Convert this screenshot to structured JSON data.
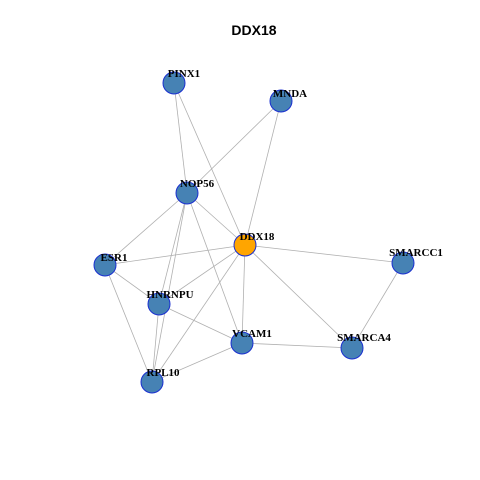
{
  "title": "DDX18",
  "colors": {
    "default_node": "#4682b4",
    "center_node": "#ffa500",
    "node_border": "#1a2fd0",
    "edge": "#b0b0b0"
  },
  "nodes": [
    {
      "id": "PINX1",
      "label": "PINX1",
      "center": false
    },
    {
      "id": "MNDA",
      "label": "MNDA",
      "center": false
    },
    {
      "id": "NOP56",
      "label": "NOP56",
      "center": false
    },
    {
      "id": "DDX18",
      "label": "DDX18",
      "center": true
    },
    {
      "id": "ESR1",
      "label": "ESR1",
      "center": false
    },
    {
      "id": "SMARCC1",
      "label": "SMARCC1",
      "center": false
    },
    {
      "id": "HNRNPU",
      "label": "HNRNPU",
      "center": false
    },
    {
      "id": "VCAM1",
      "label": "VCAM1",
      "center": false
    },
    {
      "id": "SMARCA4",
      "label": "SMARCA4",
      "center": false
    },
    {
      "id": "RPL10",
      "label": "RPL10",
      "center": false
    }
  ],
  "edges": [
    [
      "PINX1",
      "NOP56"
    ],
    [
      "PINX1",
      "DDX18"
    ],
    [
      "MNDA",
      "NOP56"
    ],
    [
      "MNDA",
      "DDX18"
    ],
    [
      "NOP56",
      "DDX18"
    ],
    [
      "NOP56",
      "ESR1"
    ],
    [
      "NOP56",
      "HNRNPU"
    ],
    [
      "NOP56",
      "VCAM1"
    ],
    [
      "NOP56",
      "RPL10"
    ],
    [
      "DDX18",
      "ESR1"
    ],
    [
      "DDX18",
      "SMARCC1"
    ],
    [
      "DDX18",
      "HNRNPU"
    ],
    [
      "DDX18",
      "VCAM1"
    ],
    [
      "DDX18",
      "SMARCA4"
    ],
    [
      "DDX18",
      "RPL10"
    ],
    [
      "ESR1",
      "HNRNPU"
    ],
    [
      "ESR1",
      "RPL10"
    ],
    [
      "SMARCC1",
      "SMARCA4"
    ],
    [
      "HNRNPU",
      "VCAM1"
    ],
    [
      "HNRNPU",
      "RPL10"
    ],
    [
      "VCAM1",
      "SMARCA4"
    ],
    [
      "VCAM1",
      "RPL10"
    ]
  ]
}
